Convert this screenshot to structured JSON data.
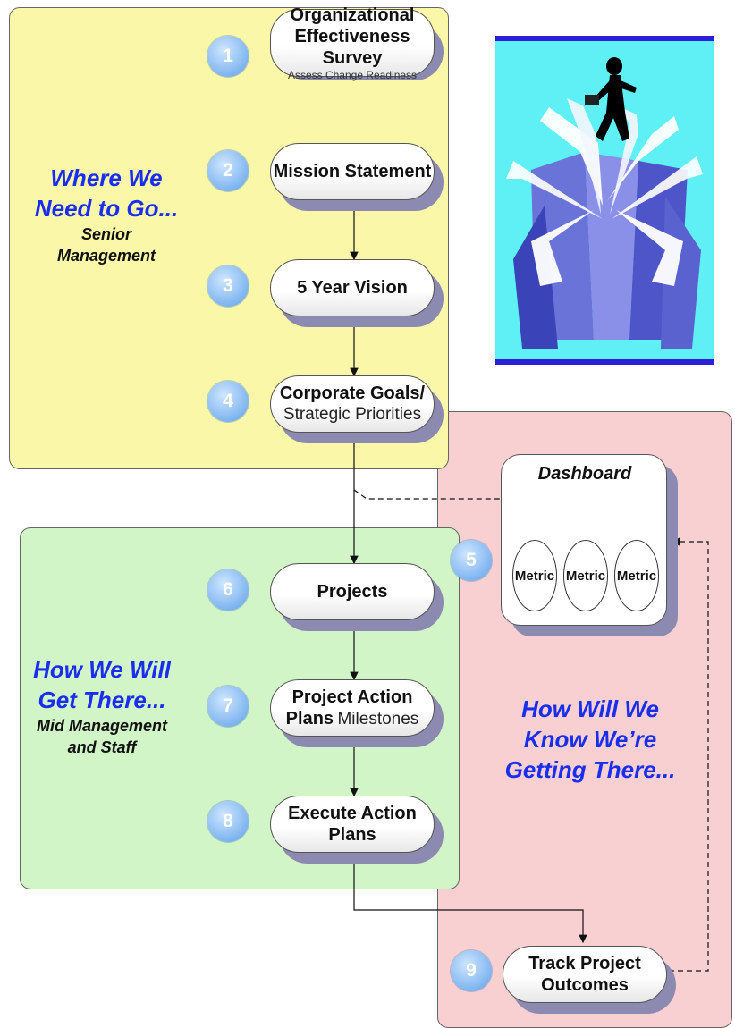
{
  "sections": {
    "top": {
      "title": "Where We Need to Go...",
      "title_line1": "Where We",
      "title_line2": "Need to Go...",
      "subtitle_line1": "Senior",
      "subtitle_line2": "Management"
    },
    "middle": {
      "title_line1": "How We Will",
      "title_line2": "Get There...",
      "subtitle_line1": "Mid Management",
      "subtitle_line2": "and Staff"
    },
    "right": {
      "title_line1": "How Will We",
      "title_line2": "Know We’re",
      "title_line3": "Getting There..."
    }
  },
  "steps": [
    {
      "number": "1",
      "line1": "Organizational",
      "line2": "Effectiveness Survey",
      "line3": "Assess Change Readiness"
    },
    {
      "number": "2",
      "line1": "Mission Statement"
    },
    {
      "number": "3",
      "line1": "5 Year Vision"
    },
    {
      "number": "4",
      "line1": "Corporate Goals/",
      "line2": "Strategic Priorities"
    },
    {
      "number": "5"
    },
    {
      "number": "6",
      "line1": "Projects"
    },
    {
      "number": "7",
      "line1": "Project Action",
      "line2_bold": "Plans",
      "line2_rest": "Milestones"
    },
    {
      "number": "8",
      "line1": "Execute Action",
      "line2": "Plans"
    },
    {
      "number": "9",
      "line1": "Track Project",
      "line2": "Outcomes"
    }
  ],
  "dashboard": {
    "title": "Dashboard",
    "metrics": [
      "Metric",
      "Metric",
      "Metric"
    ]
  },
  "colors": {
    "top_panel": "#faf8a8",
    "middle_panel": "#d2f5c8",
    "right_panel": "#f8d0d2",
    "heading_blue": "#1a2ef0",
    "number_badge": "#7fb5f0"
  },
  "illustration": {
    "icon": "person-running-on-arrows-icon"
  }
}
